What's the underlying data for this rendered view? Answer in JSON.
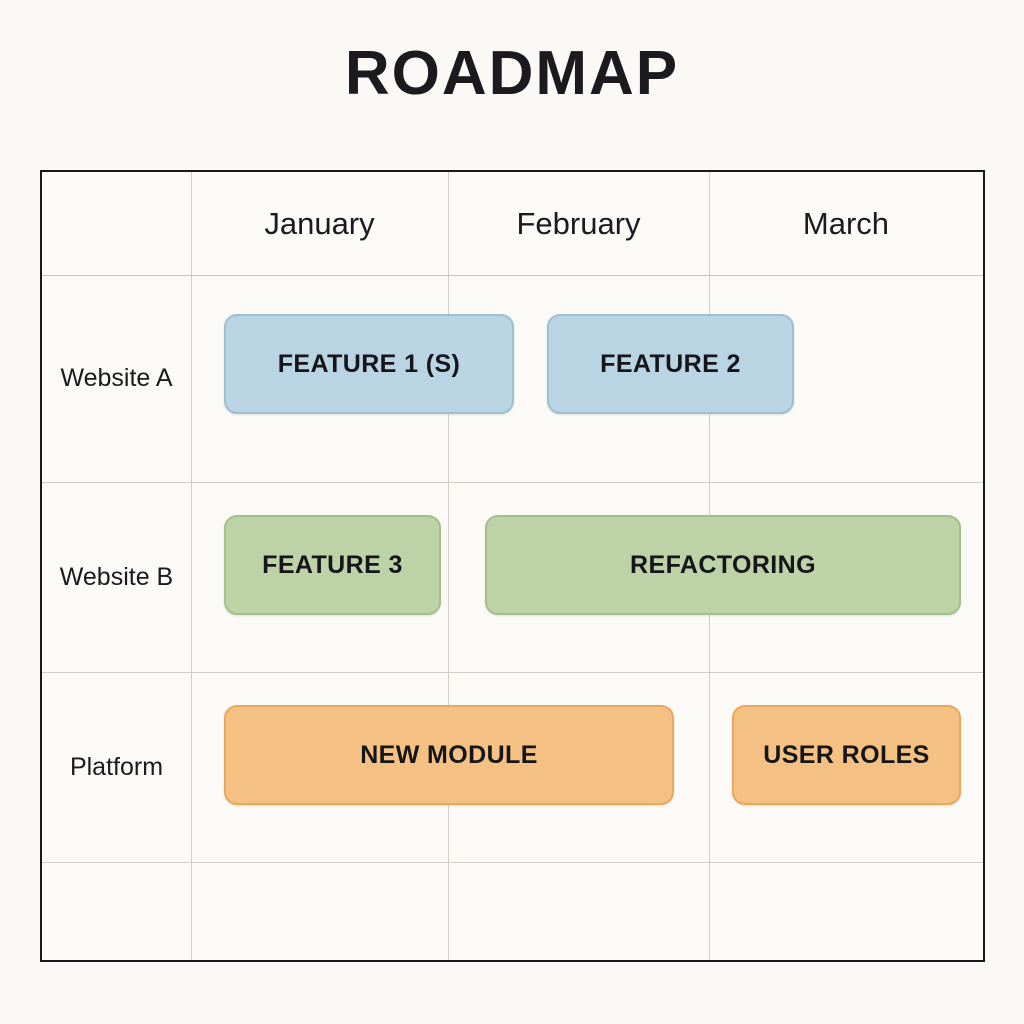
{
  "title": "ROADMAP",
  "colors": {
    "page_background": "#faf9f5",
    "table_border": "#18181b",
    "gridline": "#cfcfca",
    "bar_blue": "#b9d4e2",
    "bar_green": "#bdd3a7",
    "bar_orange": "#f5c183",
    "text": "#1b1b1f"
  },
  "chart_data": {
    "type": "table",
    "title": "ROADMAP",
    "columns": [
      "January",
      "February",
      "March"
    ],
    "rows": [
      "Website A",
      "Website B",
      "Platform"
    ],
    "tasks": [
      {
        "label": "FEATURE 1 (S)",
        "row": "Website A",
        "start": "January",
        "end": "January",
        "color": "blue"
      },
      {
        "label": "FEATURE 2",
        "row": "Website A",
        "start": "February",
        "end": "February",
        "color": "blue"
      },
      {
        "label": "FEATURE 3",
        "row": "Website B",
        "start": "January",
        "end": "January",
        "color": "green"
      },
      {
        "label": "REFACTORING",
        "row": "Website B",
        "start": "February",
        "end": "March",
        "color": "green"
      },
      {
        "label": "NEW MODULE",
        "row": "Platform",
        "start": "January",
        "end": "February",
        "color": "orange"
      },
      {
        "label": "USER ROLES",
        "row": "Platform",
        "start": "March",
        "end": "March",
        "color": "orange"
      }
    ]
  },
  "table": {
    "headers": {
      "corner": "",
      "january": "January",
      "february": "February",
      "march": "March"
    },
    "row_labels": {
      "website_a": "Website A",
      "website_b": "Website B",
      "platform": "Platform"
    },
    "bars": {
      "feature1": "FEATURE 1 (S)",
      "feature2": "FEATURE 2",
      "feature3": "FEATURE 3",
      "refactoring": "REFACTORING",
      "new_module": "NEW MODULE",
      "user_roles": "USER ROLES"
    }
  }
}
